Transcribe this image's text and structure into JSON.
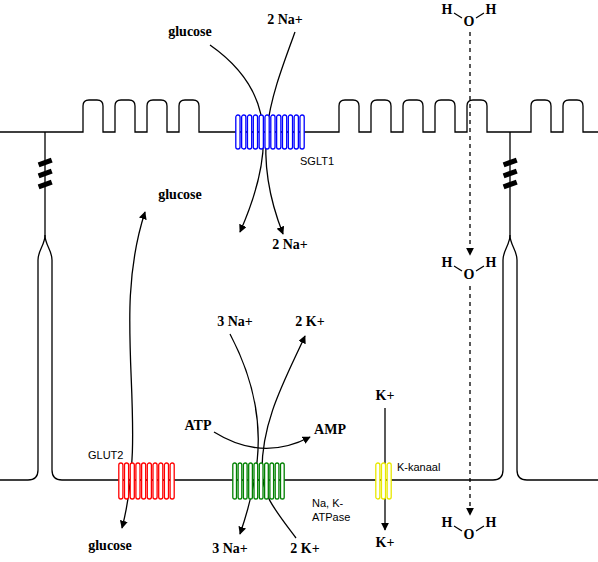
{
  "diagram": {
    "nodes": [
      {
        "text": [
          "SGLT1"
        ]
      },
      {
        "text": [
          "GLUT2"
        ]
      },
      {
        "text": [
          "Na, K-ATPase"
        ]
      },
      {
        "text": [
          "K-kanaal"
        ]
      }
    ],
    "labels": [
      "glucose",
      "2 Na+",
      "H",
      "O",
      "H",
      "glucose",
      "2 Na+",
      "H",
      "O",
      "H",
      "3 Na+",
      "2 K+",
      "ATP",
      "AMP",
      "K+",
      "glucose",
      "3 Na+",
      "2 K+",
      "K+",
      "H",
      "O",
      "H"
    ]
  }
}
